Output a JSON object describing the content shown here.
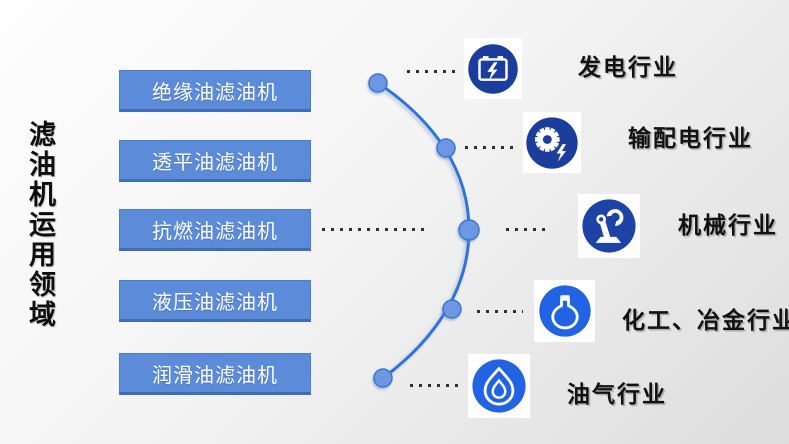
{
  "page": {
    "title": "滤油机运用领域"
  },
  "machines": [
    {
      "label": "绝缘油滤油机"
    },
    {
      "label": "透平油滤油机"
    },
    {
      "label": "抗燃油滤油机"
    },
    {
      "label": "液压油滤油机"
    },
    {
      "label": "润滑油滤油机"
    }
  ],
  "industries": [
    {
      "label": "发电行业",
      "icon": "battery-icon",
      "icon_color": "#1b3d9b"
    },
    {
      "label": "输配电行业",
      "icon": "gears-icon",
      "icon_color": "#1b3d9b"
    },
    {
      "label": "机械行业",
      "icon": "robot-arm-icon",
      "icon_color": "#1d43a6"
    },
    {
      "label": "化工、冶金行业",
      "icon": "flask-icon",
      "icon_color": "#2263e3"
    },
    {
      "label": "油气行业",
      "icon": "flame-drop-icon",
      "icon_color": "#2263e3"
    }
  ],
  "colors": {
    "box_fill": "#5c8cd9",
    "box_border": "#4a7dcb",
    "arc_line": "#2e74d9",
    "node_fill": "#6d97e2",
    "node_border": "#3c78cf",
    "leader_dot": "#2f2f2f",
    "title_text": "#0d0d0d",
    "label_text": "#111111"
  }
}
